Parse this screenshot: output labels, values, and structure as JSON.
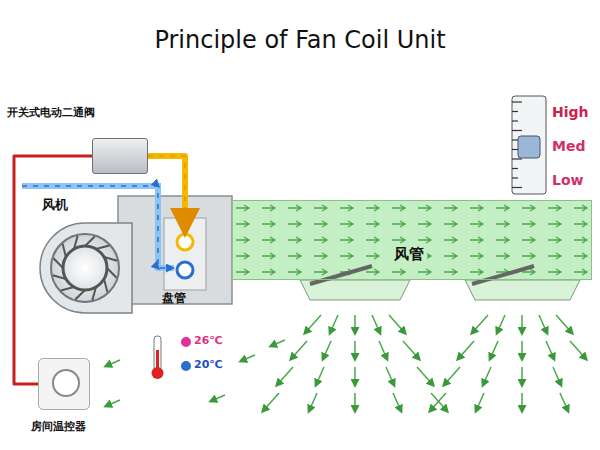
{
  "diagram": {
    "title": "Principle of Fan Coil Unit",
    "nodes": [
      {
        "text": [
          "开关式电动二通阀"
        ]
      },
      {
        "text": [
          "风机"
        ]
      },
      {
        "text": [
          "盘管"
        ]
      },
      {
        "text": [
          "风管"
        ]
      },
      {
        "text": [
          "房间温控器"
        ]
      }
    ],
    "edges": [
      {
        "from": 4,
        "to": 0,
        "arrow": "none"
      },
      {
        "from": 0,
        "to": 2,
        "arrow": "to"
      }
    ],
    "labels": [
      "High",
      "Med",
      "Low",
      "26℃",
      "20℃"
    ]
  }
}
